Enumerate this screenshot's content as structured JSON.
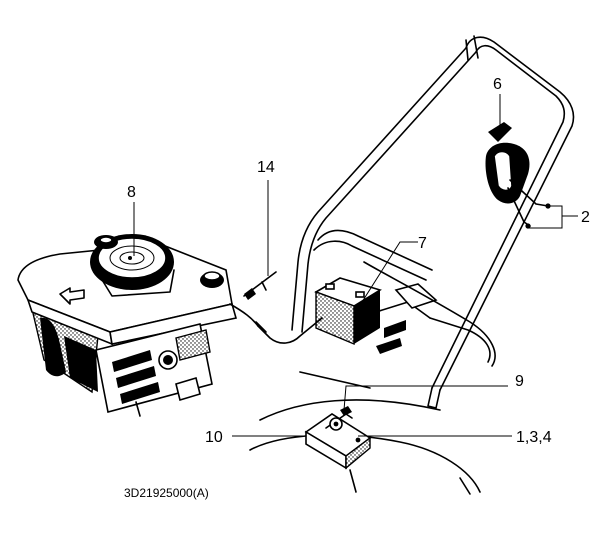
{
  "callouts": {
    "c1": "1,3,4",
    "c2": "2",
    "c6": "6",
    "c7": "7",
    "c8": "8",
    "c9": "9",
    "c10": "10",
    "c14": "14"
  },
  "drawing_code": "3D21925000(A)"
}
